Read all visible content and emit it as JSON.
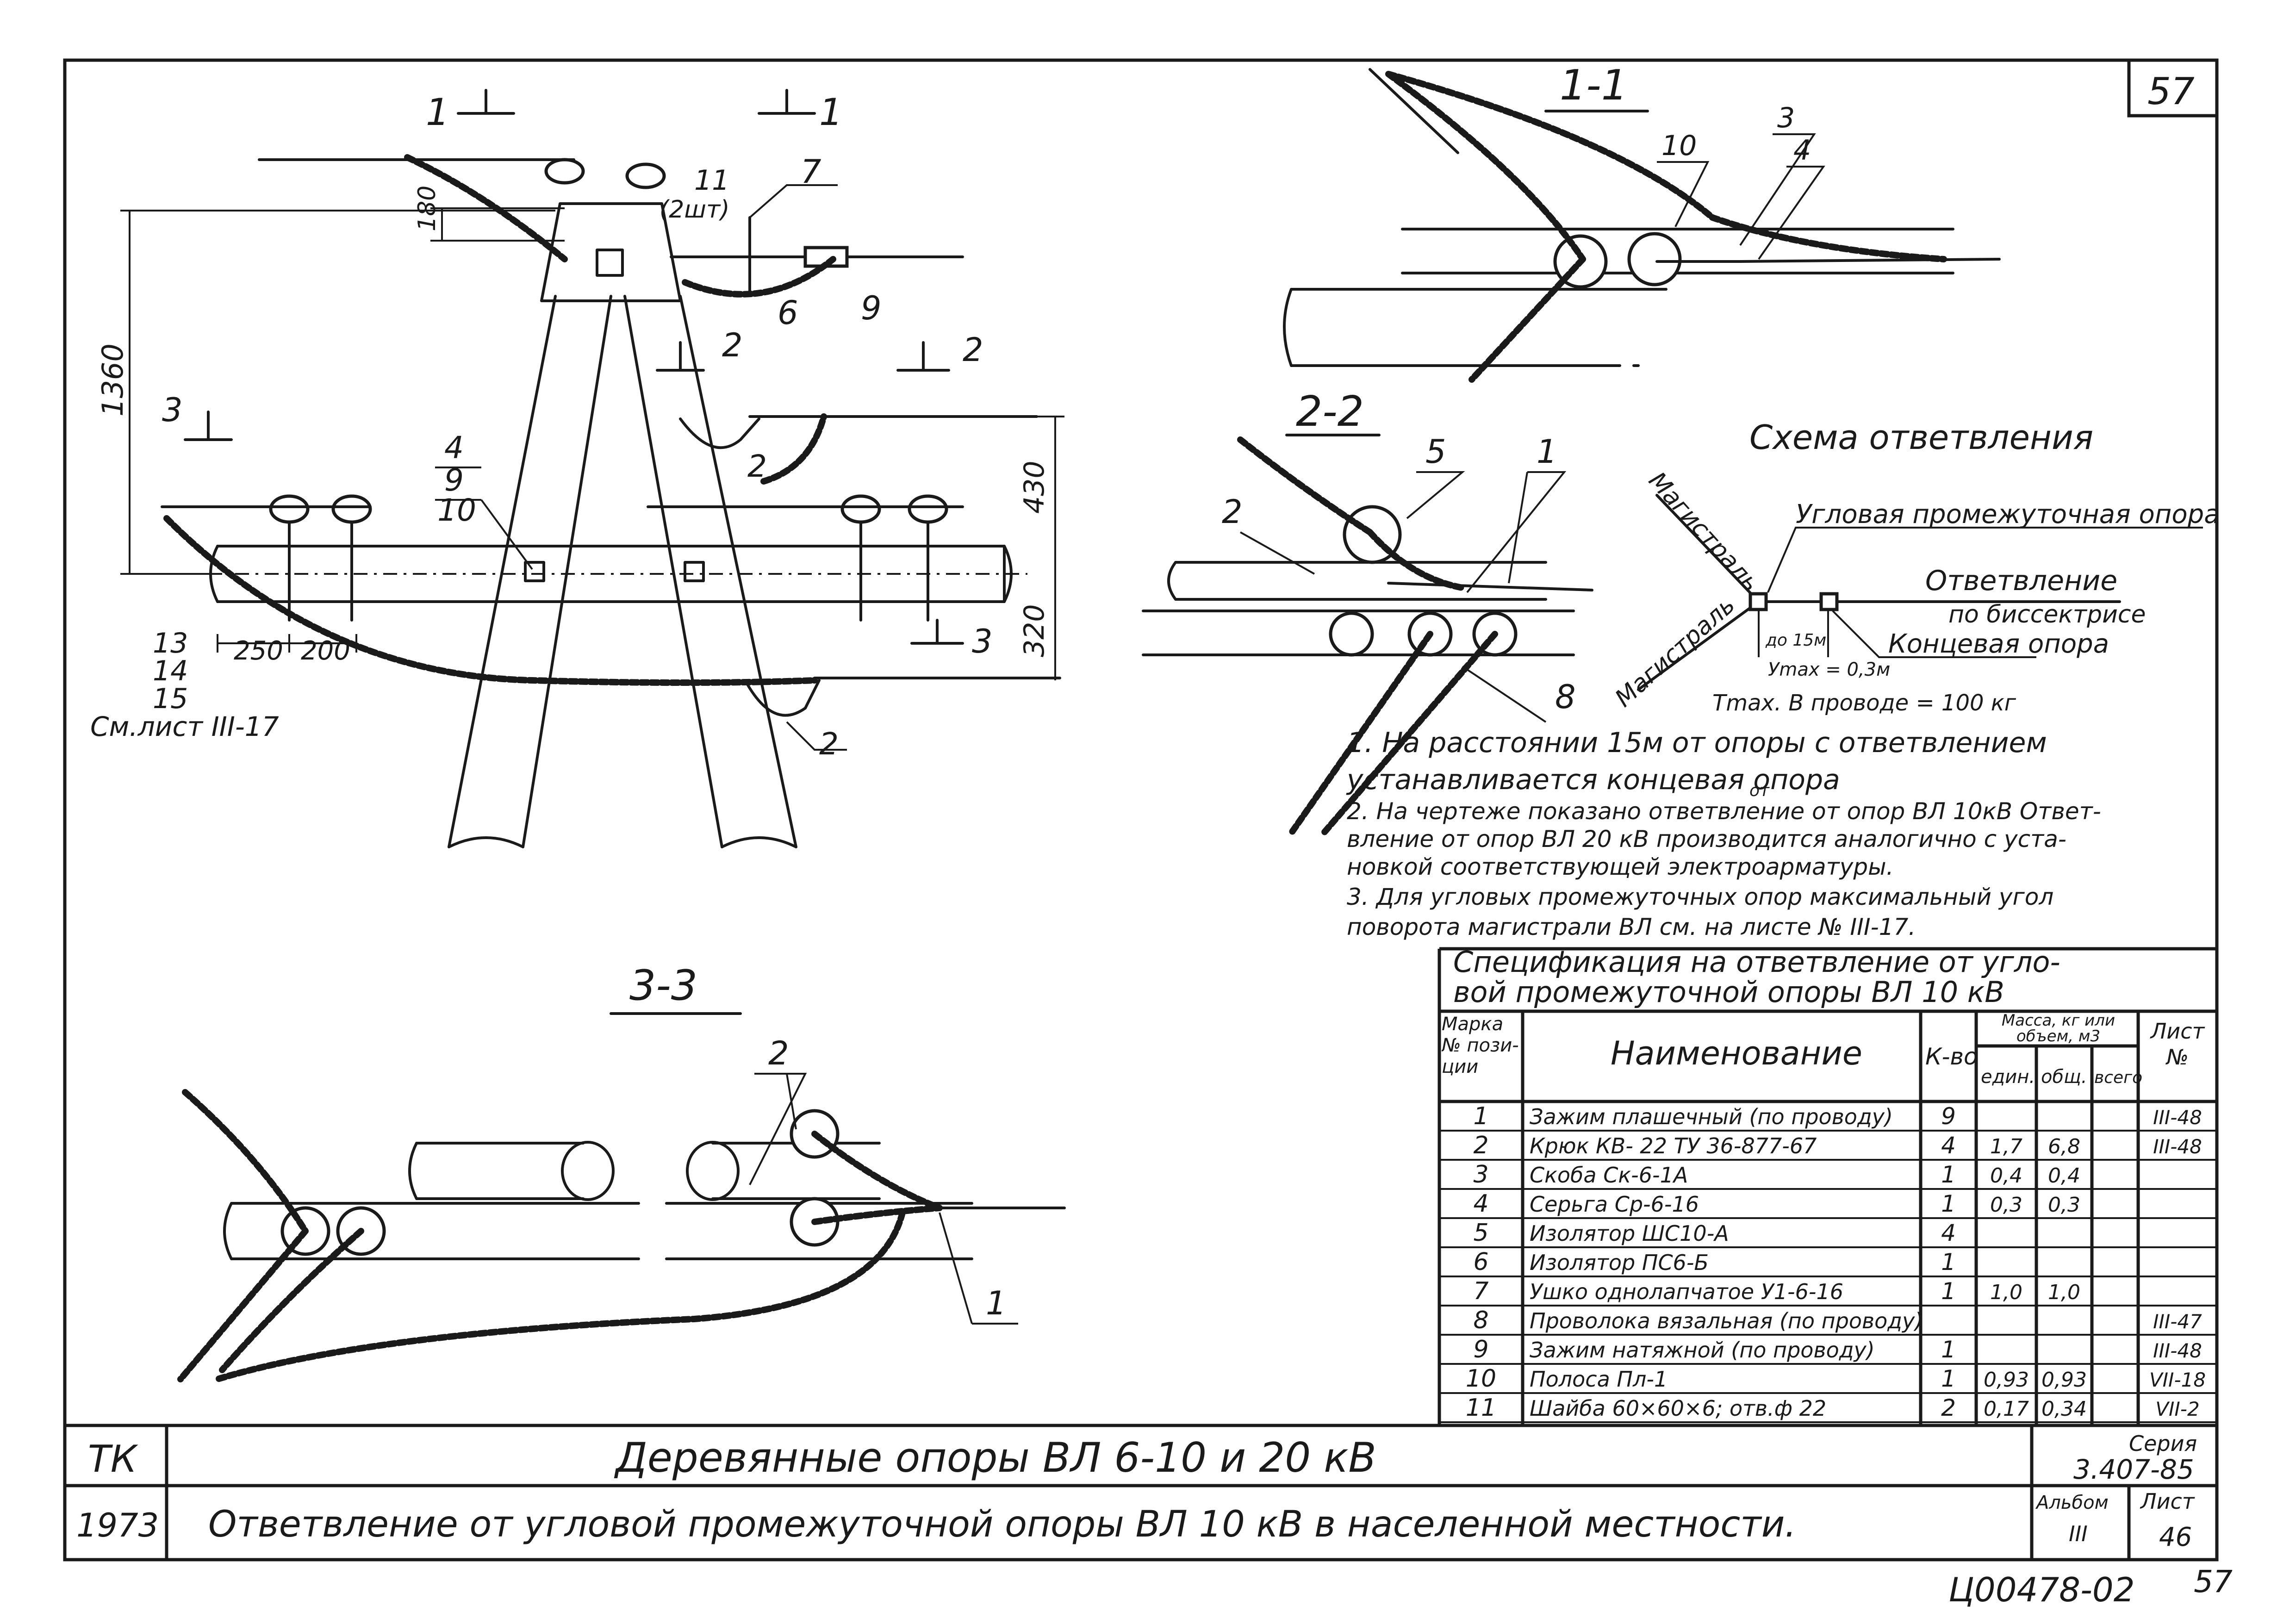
{
  "sheet": {
    "corner_number": "57",
    "bottom_code": "Ц00478-02",
    "bottom_page": "57"
  },
  "views": {
    "section_1_1": "1-1",
    "section_2_2": "2-2",
    "section_3_3": "3-3",
    "cut_1": "1",
    "cut_2": "2",
    "cut_3": "3"
  },
  "dimensions": {
    "d180": "180",
    "d1360": "1360",
    "d430": "430",
    "d320": "320",
    "d250": "250",
    "d200": "200",
    "qty_11": "(2шт)"
  },
  "main_view_callouts": {
    "c11": "11",
    "c7": "7",
    "c6": "6",
    "c9": "9",
    "c4": "4",
    "c9b": "9",
    "c10": "10",
    "c2a": "2",
    "c2b": "2",
    "c13": "13",
    "c14": "14",
    "c15": "15",
    "see_sheet": "См.лист III-17"
  },
  "section11_callouts": {
    "c10": "10",
    "c3": "3",
    "c4": "4"
  },
  "section22_callouts": {
    "c2": "2",
    "c5": "5",
    "c1": "1",
    "c8": "8"
  },
  "section33_callouts": {
    "c2": "2",
    "c1": "1"
  },
  "scheme": {
    "title": "Схема ответвления",
    "mainline_a": "Магистраль",
    "mainline_b": "Магистраль",
    "corner_support": "Угловая промежуточная опора",
    "branch": "Ответвление",
    "bisector": "по биссектрисе",
    "end_support": "Концевая опора",
    "dist": "до 15м",
    "ymax": "Уmax = 0,3м",
    "tmax": "Tmax. В проводе = 100 кг"
  },
  "notes": [
    "1. На расстоянии 15м от опоры с ответвлением",
    "устанавливается концевая опора",
    "2. На чертеже показано ответвление от опор ВЛ 10кВ Ответ-",
    "вление от опор ВЛ 20 кВ производится аналогично с уста-",
    "новкой соответствующей электроарматуры.",
    "3. Для угловых промежуточных опор максимальный угол",
    "поворота магистрали ВЛ см. на листе № III-17."
  ],
  "notes_extra": "от",
  "spec": {
    "title_line1": "Спецификация на ответвление от угло-",
    "title_line2": "вой промежуточной опоры ВЛ 10 кВ",
    "headers": {
      "mark": "Марка № пози-ции",
      "name": "Наименование",
      "qty": "К-во",
      "mass": "Масса, кг или объем, м3",
      "unit": "един.",
      "total": "общ.",
      "all": "всего",
      "sheet": "Лист №"
    },
    "rows": [
      {
        "mark": "1",
        "name": "Зажим плашечный (по проводу)",
        "qty": "9",
        "unit": "",
        "total": "",
        "sheet": "III-48"
      },
      {
        "mark": "2",
        "name": "Крюк КВ- 22 ТУ 36-877-67",
        "qty": "4",
        "unit": "1,7",
        "total": "6,8",
        "sheet": "III-48"
      },
      {
        "mark": "3",
        "name": "Скоба Ск-6-1А",
        "qty": "1",
        "unit": "0,4",
        "total": "0,4",
        "sheet": ""
      },
      {
        "mark": "4",
        "name": "Серьга Ср-6-16",
        "qty": "1",
        "unit": "0,3",
        "total": "0,3",
        "sheet": ""
      },
      {
        "mark": "5",
        "name": "Изолятор ШС10-А",
        "qty": "4",
        "unit": "",
        "total": "",
        "sheet": ""
      },
      {
        "mark": "6",
        "name": "Изолятор ПС6-Б",
        "qty": "1",
        "unit": "",
        "total": "",
        "sheet": ""
      },
      {
        "mark": "7",
        "name": "Ушко однолапчатое У1-6-16",
        "qty": "1",
        "unit": "1,0",
        "total": "1,0",
        "sheet": ""
      },
      {
        "mark": "8",
        "name": "Проволока вязальная (по проводу)",
        "qty": "",
        "unit": "",
        "total": "",
        "sheet": "III-47"
      },
      {
        "mark": "9",
        "name": "Зажим натяжной (по проводу)",
        "qty": "1",
        "unit": "",
        "total": "",
        "sheet": "III-48"
      },
      {
        "mark": "10",
        "name": "Полоса Пл-1",
        "qty": "1",
        "unit": "0,93",
        "total": "0,93",
        "sheet": "VII-18"
      },
      {
        "mark": "11",
        "name": "Шайба 60×60×6; отв.ф 22",
        "qty": "2",
        "unit": "0,17",
        "total": "0,34",
        "sheet": "VII-2"
      }
    ]
  },
  "title_block": {
    "org": "ТК",
    "year": "1973",
    "title1": "Деревянные опоры ВЛ 6-10 и 20 кВ",
    "title2": "Ответвление от угловой промежуточной опоры ВЛ 10 кВ в населенной местности.",
    "series_label": "Серия",
    "series": "3.407-85",
    "album_label": "Альбом",
    "album": "III",
    "sheet_label": "Лист",
    "sheet": "46"
  }
}
